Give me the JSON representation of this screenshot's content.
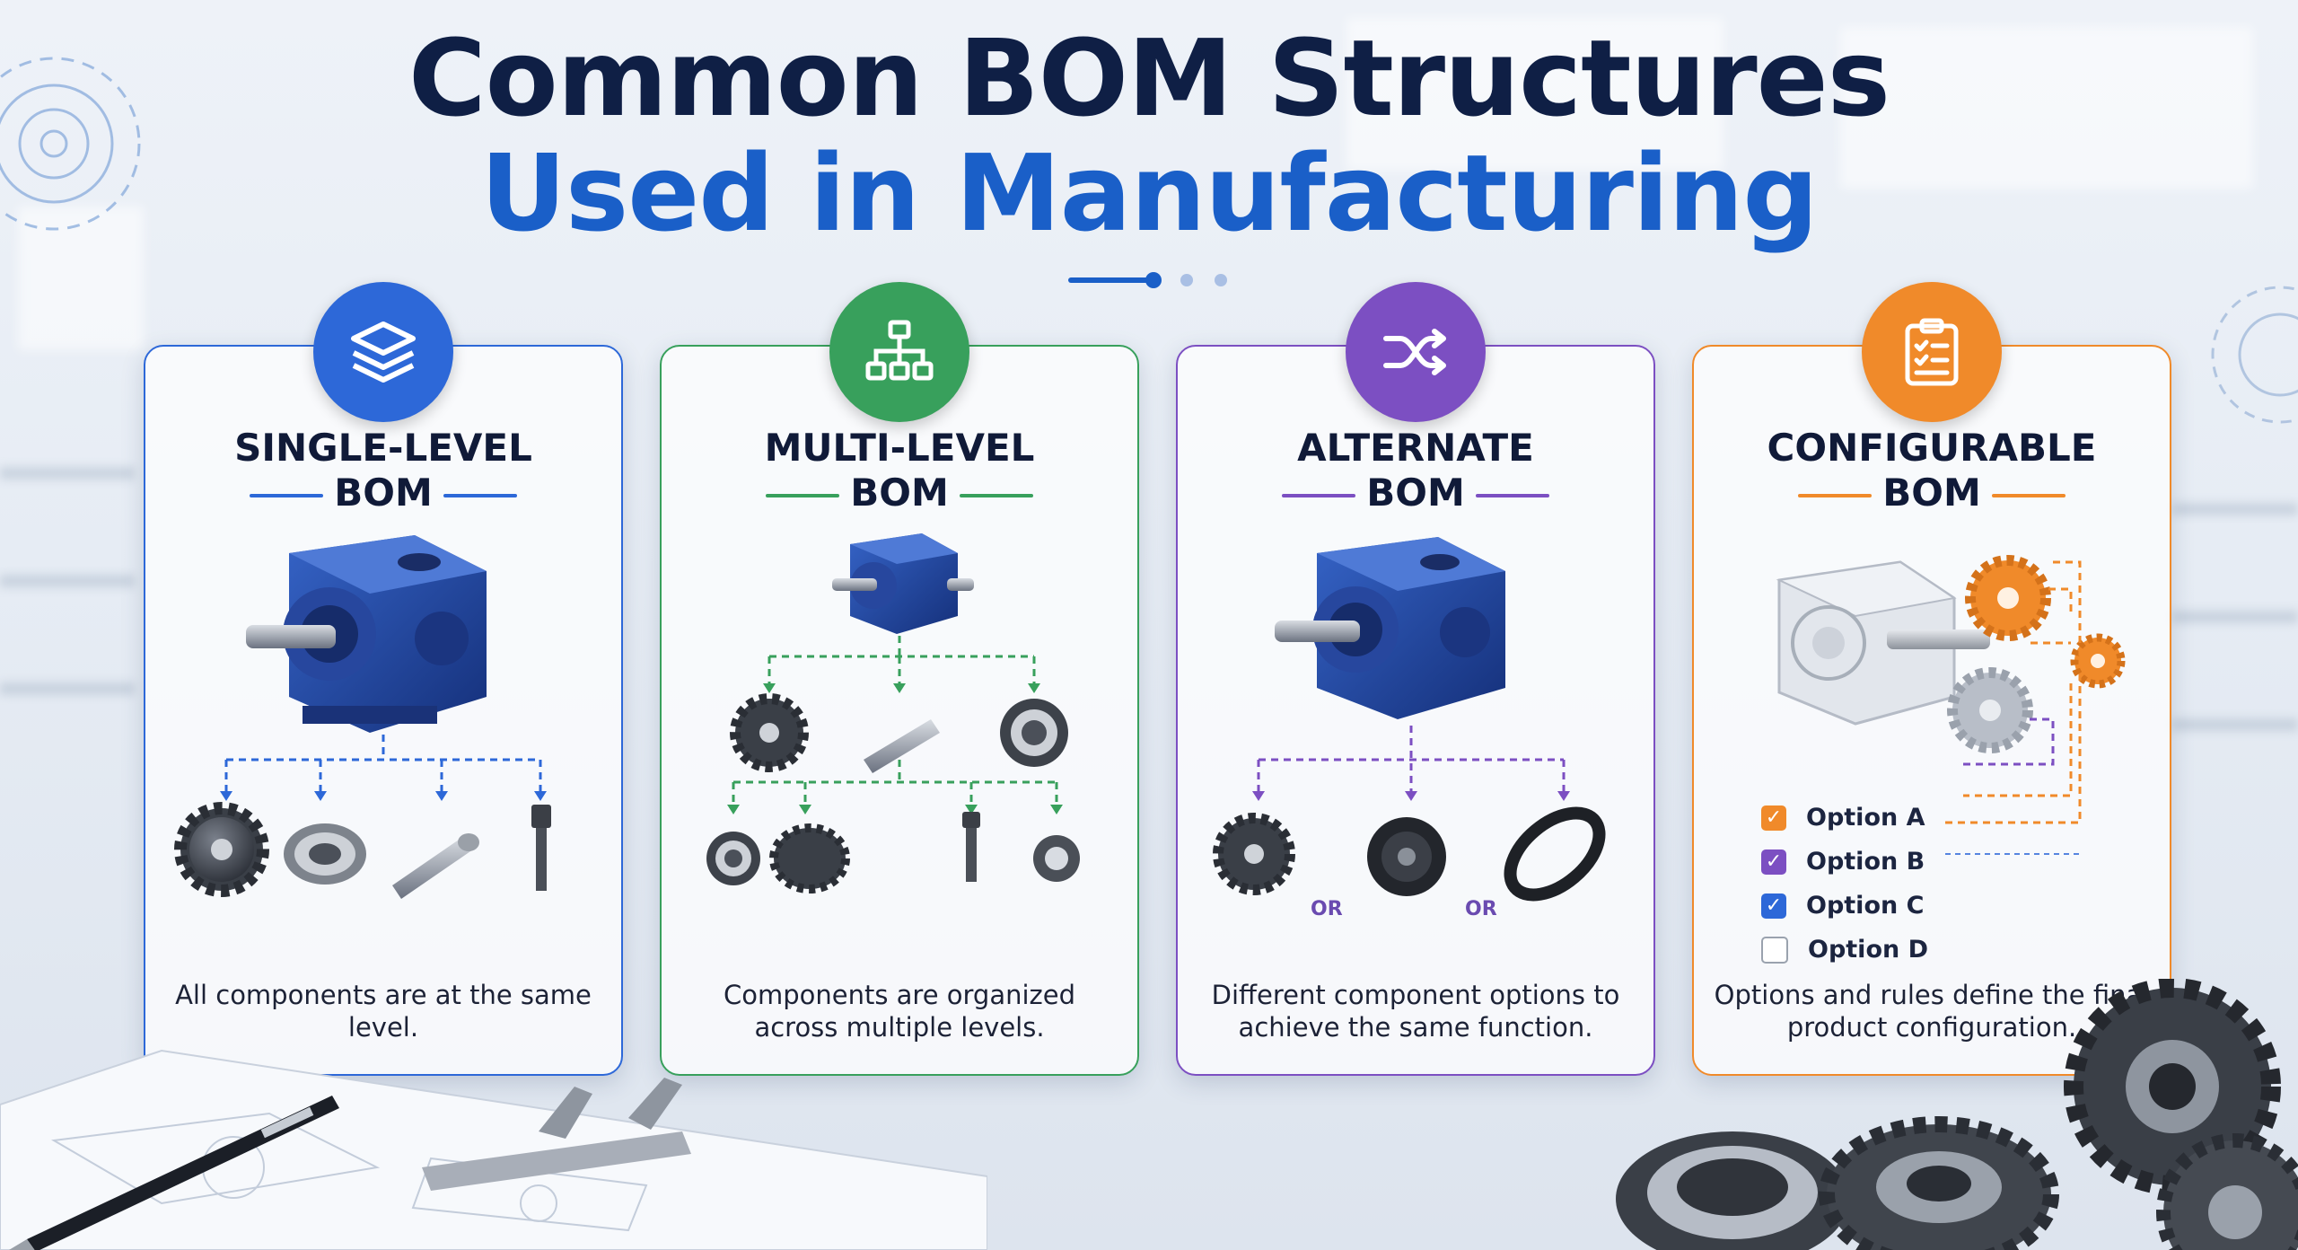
{
  "header": {
    "title_line1": "Common BOM Structures",
    "title_line2": "Used in Manufacturing"
  },
  "colors": {
    "navy": "#0f1f45",
    "blue": "#1a5fc8",
    "single": "#2d68d8",
    "multi": "#38a05c",
    "alternate": "#7c4fc2",
    "configurable": "#f08a2a"
  },
  "cards": [
    {
      "key": "single",
      "icon": "layers-icon",
      "title_line1": "SINGLE-LEVEL",
      "title_line2": "BOM",
      "description": "All components are at the same level."
    },
    {
      "key": "multi",
      "icon": "hierarchy-icon",
      "title_line1": "MULTI-LEVEL",
      "title_line2": "BOM",
      "description": "Components are organized across multiple levels."
    },
    {
      "key": "alternate",
      "icon": "shuffle-icon",
      "title_line1": "ALTERNATE",
      "title_line2": "BOM",
      "description": "Different component options to achieve the same function.",
      "or_label": "OR"
    },
    {
      "key": "configurable",
      "icon": "clipboard-checklist-icon",
      "title_line1": "CONFIGURABLE",
      "title_line2": "BOM",
      "description": "Options and rules define the final product configuration.",
      "options": [
        {
          "label": "Option A",
          "checked": true,
          "color": "#f08a2a"
        },
        {
          "label": "Option B",
          "checked": true,
          "color": "#7c4fc2"
        },
        {
          "label": "Option C",
          "checked": true,
          "color": "#2d68d8"
        },
        {
          "label": "Option D",
          "checked": false,
          "color": "#ffffff"
        }
      ]
    }
  ]
}
